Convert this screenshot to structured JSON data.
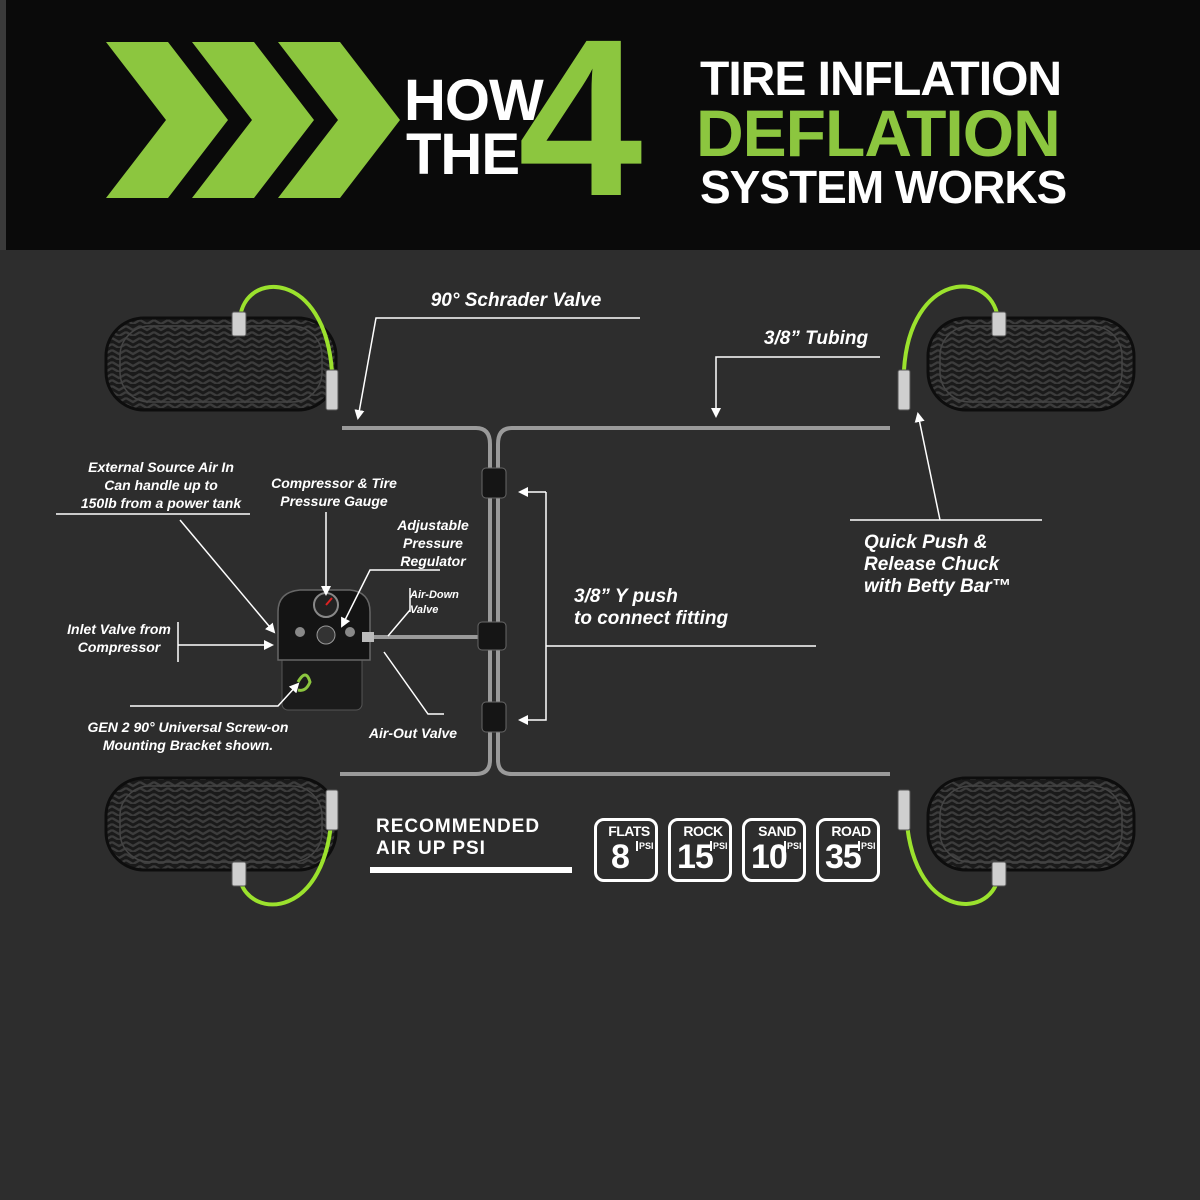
{
  "header": {
    "how": "HOW",
    "the": "THE",
    "four": "4",
    "line1": "TIRE INFLATION",
    "line2": "DEFLATION",
    "line3": "SYSTEM WORKS"
  },
  "labels": {
    "schrader": "90° Schrader Valve",
    "tubing": "3/8” Tubing",
    "external_air": [
      "External Source Air In",
      "Can handle up to",
      "150lb from a power tank"
    ],
    "gauge": [
      "Compressor & Tire",
      "Pressure Gauge"
    ],
    "regulator": [
      "Adjustable",
      "Pressure",
      "Regulator"
    ],
    "air_down": [
      "Air-Down",
      "Valve"
    ],
    "inlet": [
      "Inlet Valve from",
      "Compressor"
    ],
    "bracket": [
      "GEN 2 90° Universal Screw-on",
      "Mounting Bracket shown."
    ],
    "air_out": "Air-Out Valve",
    "y_push": [
      "3/8” Y push",
      "to connect fitting"
    ],
    "chuck": [
      "Quick Push &",
      "Release Chuck",
      "with Betty Bar™"
    ]
  },
  "psi": {
    "title": [
      "RECOMMENDED",
      "AIR UP PSI"
    ],
    "unit": "PSI",
    "items": [
      {
        "name": "FLATS",
        "value": "8"
      },
      {
        "name": "ROCK",
        "value": "15"
      },
      {
        "name": "SAND",
        "value": "10"
      },
      {
        "name": "ROAD",
        "value": "35"
      }
    ]
  },
  "colors": {
    "accent": "#8cc63f",
    "hose": "#9be22d",
    "background": "#2d2d2d",
    "banner": "#0a0a0a",
    "tubing": "#9a9a9a"
  }
}
